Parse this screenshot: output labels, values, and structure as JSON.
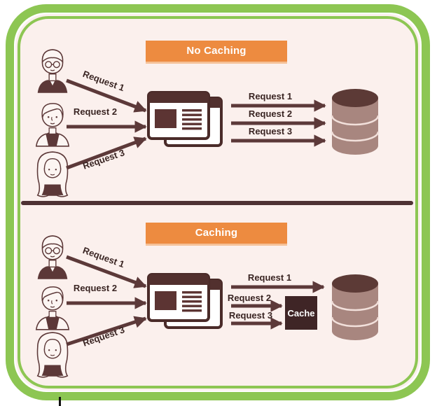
{
  "sections": [
    {
      "title": "No Caching",
      "client_requests": [
        "Request 1",
        "Request 2",
        "Request 3"
      ],
      "server_requests": [
        "Request 1",
        "Request 2",
        "Request 3"
      ]
    },
    {
      "title": "Caching",
      "client_requests": [
        "Request 1",
        "Request 2",
        "Request 3"
      ],
      "server_requests": [
        "Request 1",
        "Request 2",
        "Request 3"
      ],
      "cache_label": "Cache"
    }
  ],
  "colors": {
    "frame_green": "#8DC653",
    "canvas_pink": "#FBF0ED",
    "banner_orange": "#ED8B40",
    "arrow_maroon": "#5C3939",
    "divider_maroon": "#4E3133",
    "cache_dark": "#3F2526",
    "database_top": "#5C3A36",
    "database_body": "#A8867F",
    "label_text": "#3A2523",
    "banner_text": "#FFFFFF"
  },
  "icons": {
    "clients": "user-avatar-icon (line-art person)",
    "server": "browser-window-icon (two overlapping windows)",
    "database": "database-cylinder-icon",
    "cache": "cache-box-icon (dark square)"
  }
}
